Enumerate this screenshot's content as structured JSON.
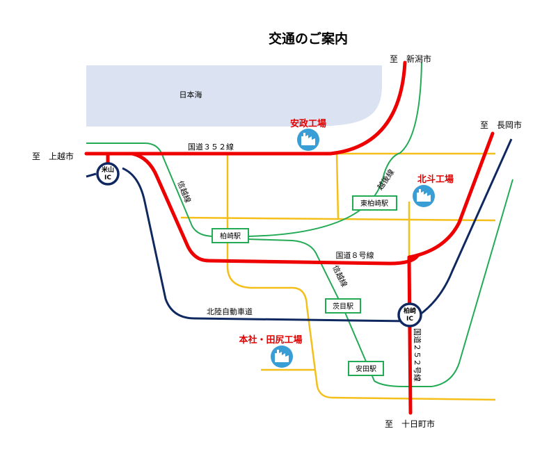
{
  "title": "交通のご案内",
  "sea": "日本海",
  "destinations": {
    "niigata": "至　新潟市",
    "nagaoka": "至　長岡市",
    "joetsu": "至　上越市",
    "tokamachi": "至　十日町市"
  },
  "roads": {
    "route352": "国道３５２線",
    "route8": "国道８号線",
    "route252": "国道２５２号線",
    "hokuriku_expressway": "北陸自動車道"
  },
  "rail": {
    "shinetsu_1": "信越線",
    "shinetsu_2": "信越線",
    "echigo": "越後線"
  },
  "stations": {
    "kashiwazaki": "柏崎駅",
    "higashi_kashiwazaki": "東柏崎駅",
    "ibarame": "茨目駅",
    "yasuda": "安田駅"
  },
  "interchanges": {
    "yoneyama_1": "米山",
    "yoneyama_2": "IC",
    "kashiwazaki_1": "柏崎",
    "kashiwazaki_2": "IC"
  },
  "factories": {
    "anmasa": "安政工場",
    "hokuto": "北斗工場",
    "honsha": "本社・田尻工場"
  },
  "colors": {
    "national_road": "#ee0000",
    "local_road": "#f5bf1a",
    "railway": "#22aa55",
    "expressway": "#0f2860",
    "sea": "#dbe3f3",
    "factory_icon": "#3a9ed6",
    "factory_label": "#e00000"
  },
  "icons": {
    "factory": "factory-icon",
    "interchange": "interchange-marker"
  }
}
